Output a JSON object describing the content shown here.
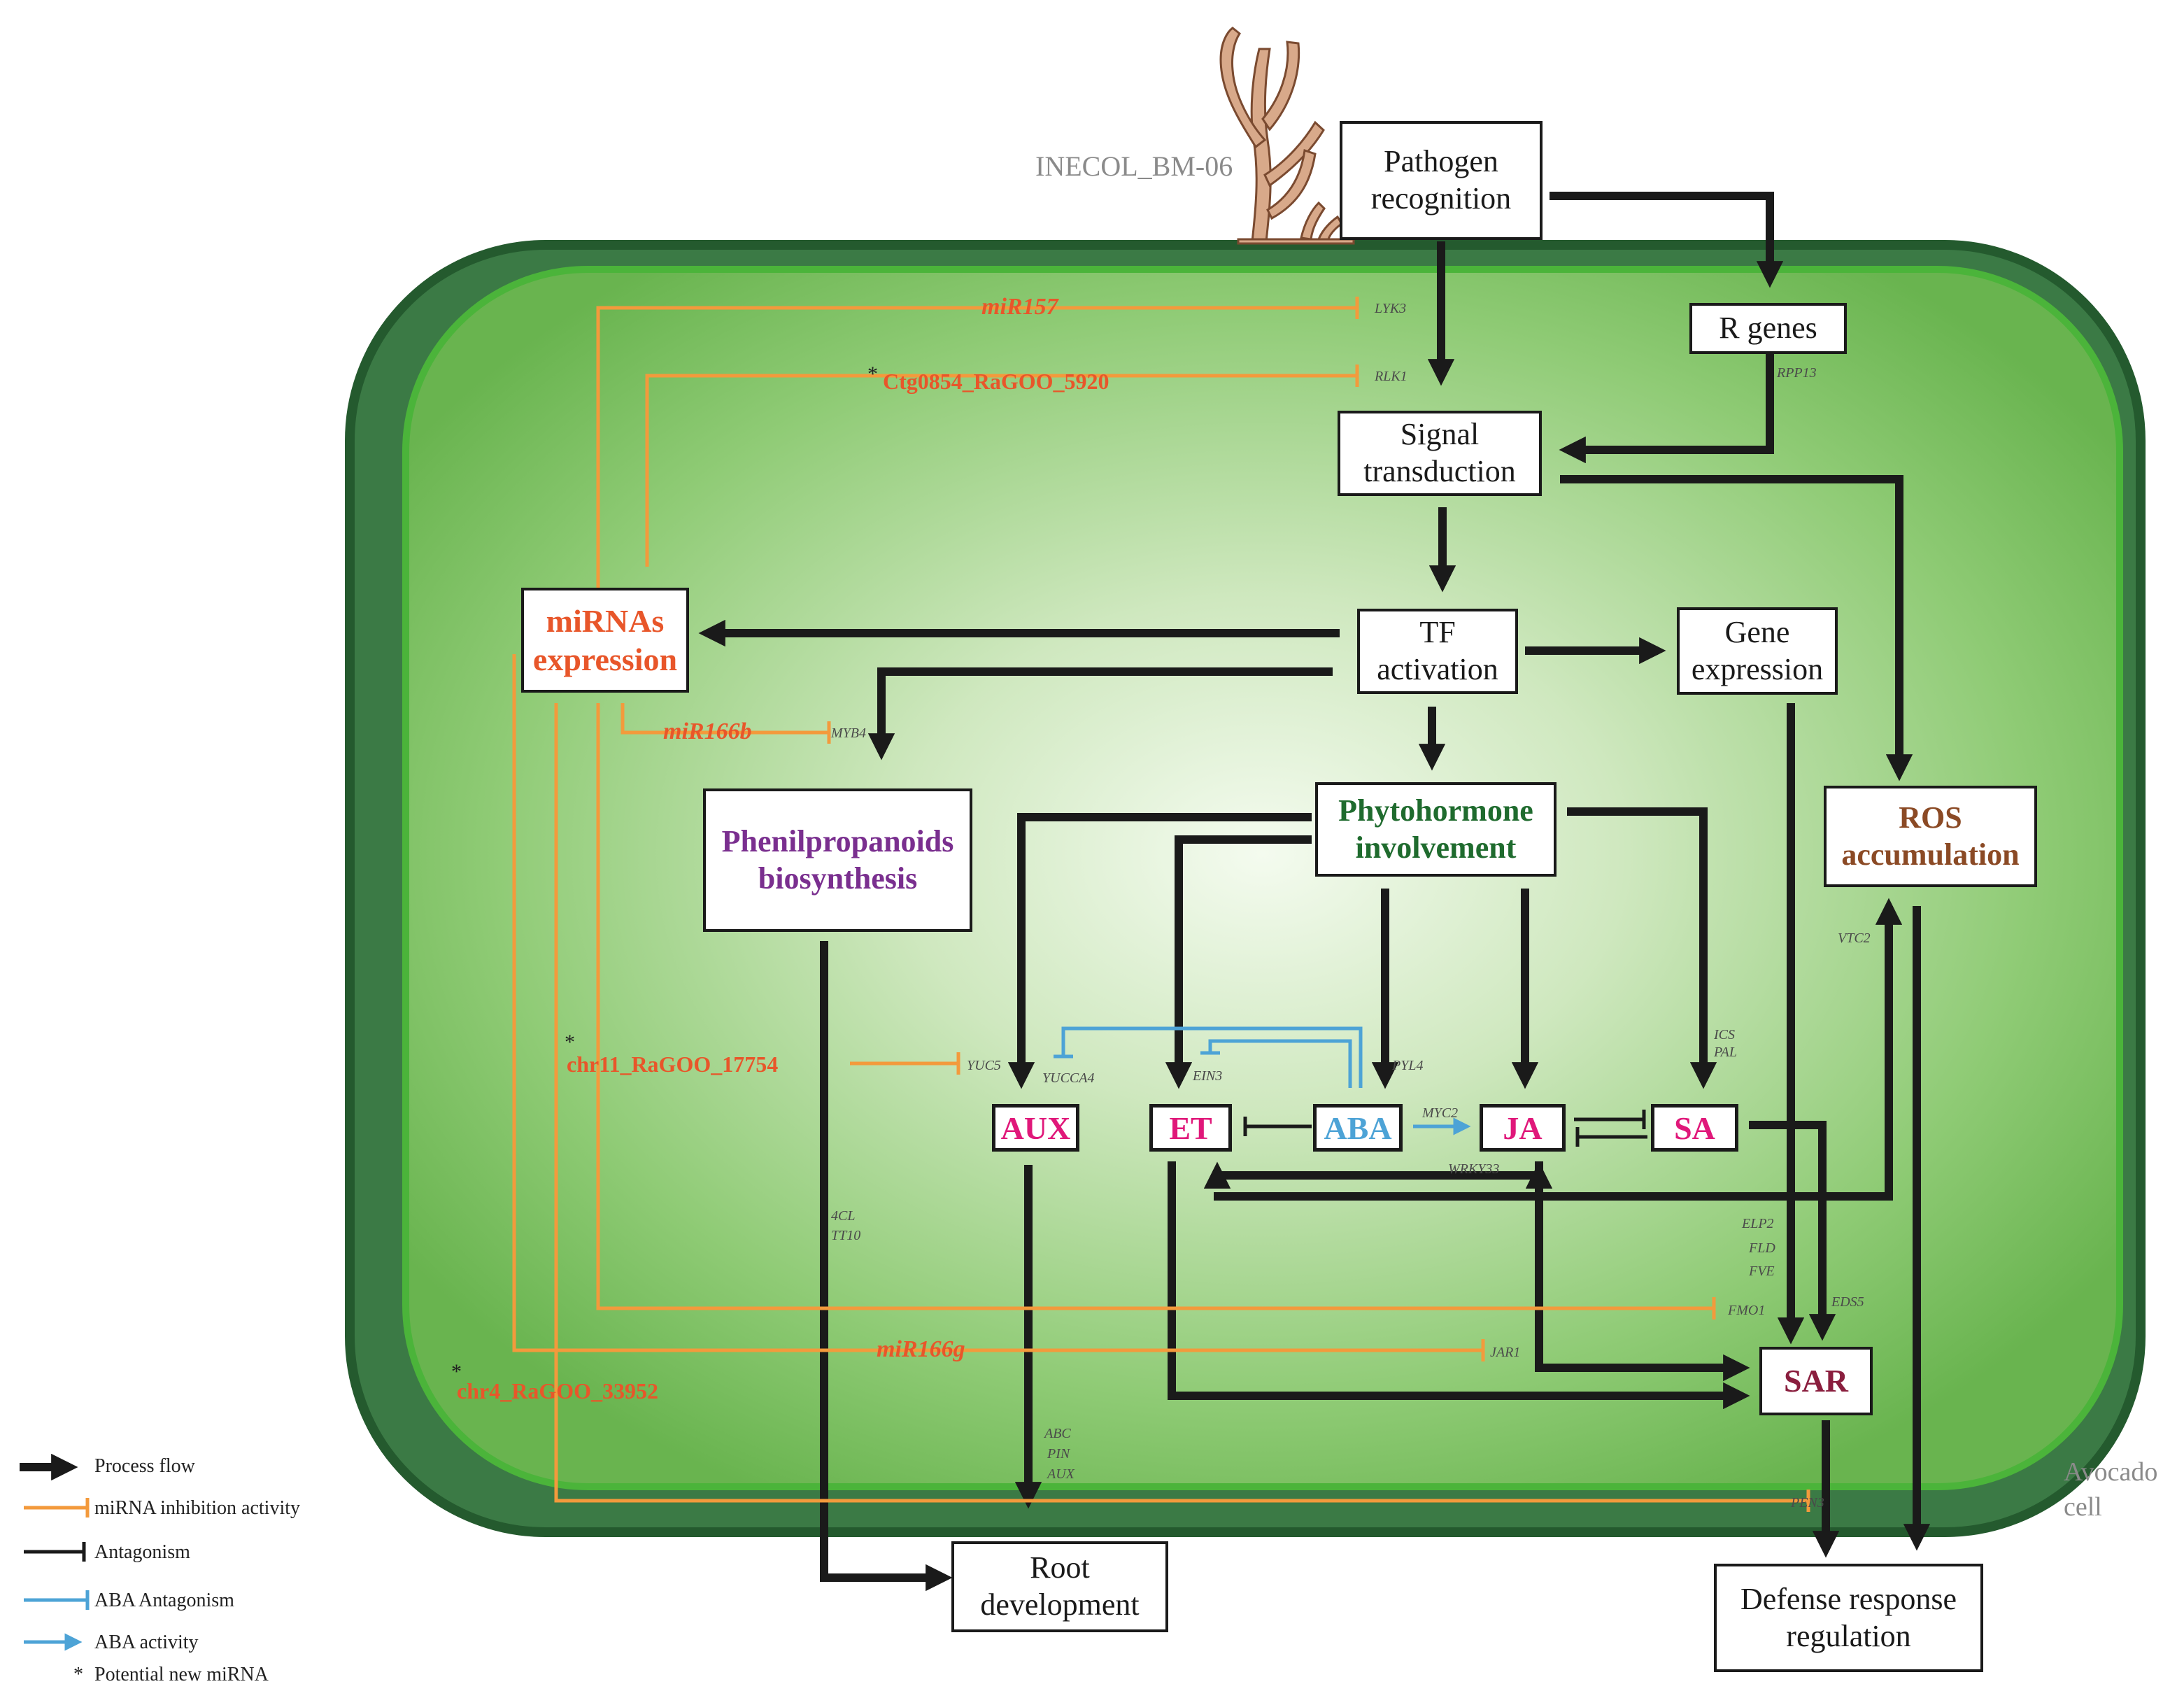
{
  "organism_label": "INECOL_BM-06",
  "cell_label": [
    "Avocado",
    "cell"
  ],
  "process_boxes": {
    "pathogen_recognition": [
      "Pathogen",
      "recognition"
    ],
    "r_genes": "R genes",
    "signal_transduction": [
      "Signal",
      "transduction"
    ],
    "tf_activation": [
      "TF",
      "activation"
    ],
    "gene_expression": [
      "Gene",
      "expression"
    ],
    "mirnas_expression": [
      "miRNAs",
      "expression"
    ],
    "phenilpropanoids": [
      "Phenilpropanoids",
      "biosynthesis"
    ],
    "phytohormone": [
      "Phytohormone",
      "involvement"
    ],
    "ros": [
      "ROS",
      "accumulation"
    ],
    "sar": "SAR",
    "root_development": [
      "Root",
      "development"
    ],
    "defense_response": [
      "Defense response",
      "regulation"
    ]
  },
  "hormones": {
    "aux": "AUX",
    "et": "ET",
    "aba": "ABA",
    "ja": "JA",
    "sa": "SA"
  },
  "mirnas": {
    "mir157": "miR157",
    "ctg0854": "Ctg0854_RaGOO_5920",
    "mir166b": "miR166b",
    "chr11": "chr11_RaGOO_17754",
    "mir166g": "miR166g",
    "chr4": "chr4_RaGOO_33952",
    "star": "*"
  },
  "genes": {
    "lyk3": "LYK3",
    "rlk1": "RLK1",
    "rpp13": "RPP13",
    "myb4": "MYB4",
    "yuc5": "YUC5",
    "yucca4": "YUCCA4",
    "ein3": "EIN3",
    "pyl4": "PYL4",
    "myc2": "MYC2",
    "wrky33": "WRKY33",
    "ics": "ICS",
    "pal": "PAL",
    "vtc2": "VTC2",
    "elp2": "ELP2",
    "fld": "FLD",
    "fve": "FVE",
    "eds5": "EDS5",
    "fmo1": "FMO1",
    "jar1": "JAR1",
    "pen3": "PEN3",
    "cl4": "4CL",
    "tt10": "TT10",
    "abc": "ABC",
    "pin": "PIN",
    "aux_gene": "AUX"
  },
  "legend": [
    {
      "label": "Process flow"
    },
    {
      "label": "miRNA inhibition activity"
    },
    {
      "label": "Antagonism"
    },
    {
      "label": "ABA Antagonism"
    },
    {
      "label": "ABA activity"
    },
    {
      "label": "Potential new miRNA",
      "symbol": "*"
    }
  ],
  "colors": {
    "process": "#1a1a1a",
    "mirna": "#f39a3c",
    "mirna_text": "#e8562a",
    "aba": "#4da3d6",
    "hormone_text": "#e0187a",
    "phytohormone_text": "#1f6b2e",
    "phenil_text": "#7a2f8f",
    "ros_text": "#8b4a25",
    "sar_text": "#8a1e3e",
    "cell_outer": "#2f6b3a",
    "cell_inner": "#5bbf3e"
  }
}
